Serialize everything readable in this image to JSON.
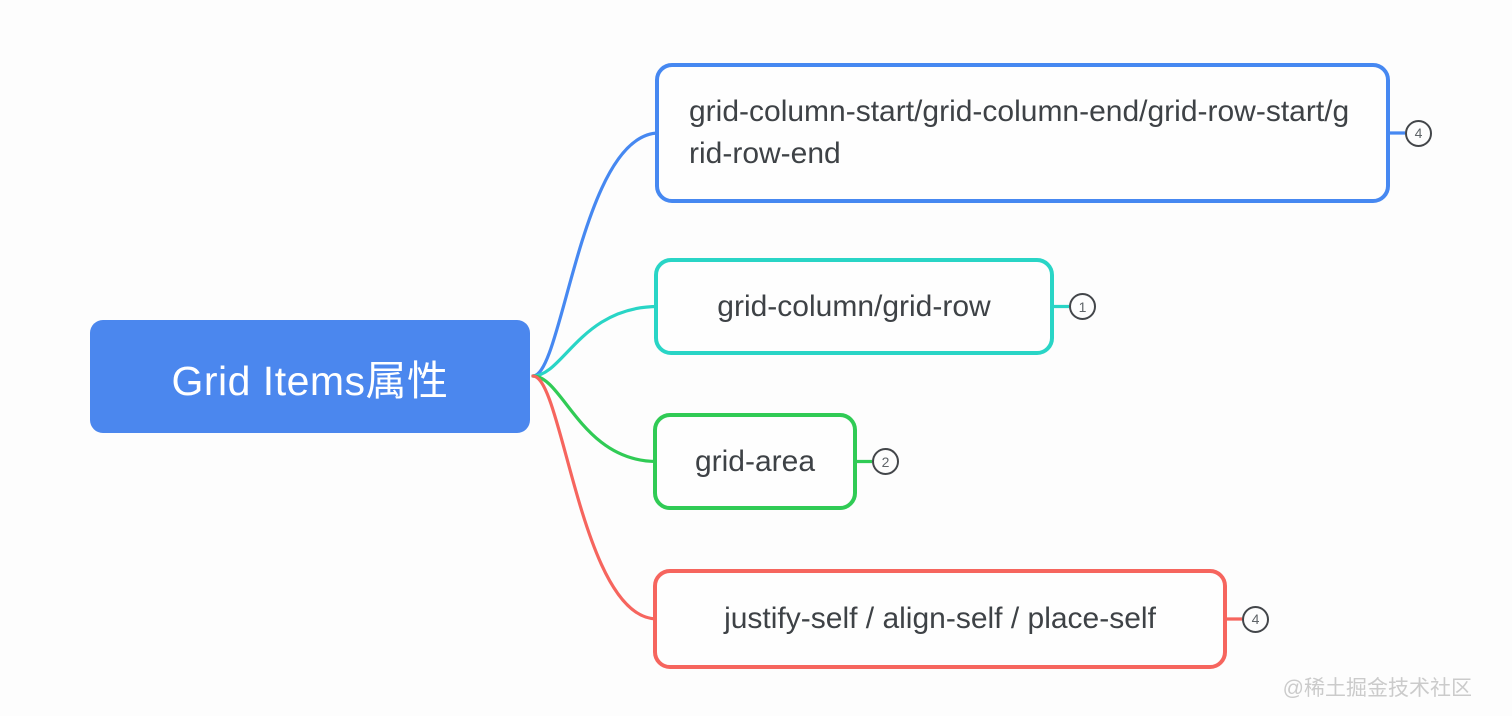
{
  "canvas": {
    "background": "#fdfdfd",
    "watermark": "@稀土掘金技术社区"
  },
  "root": {
    "label": "Grid Items属性",
    "fill": "#4b87ee",
    "text_color": "#ffffff"
  },
  "branches": [
    {
      "label": "grid-column-start/grid-column-end/grid-row-start/grid-row-end",
      "color": "#4688f1",
      "badge": "4"
    },
    {
      "label": "grid-column/grid-row",
      "color": "#29d5c6",
      "badge": "1"
    },
    {
      "label": "grid-area",
      "color": "#30cb55",
      "badge": "2"
    },
    {
      "label": "justify-self / align-self / place-self",
      "color": "#f6655e",
      "badge": "4"
    }
  ],
  "badge_style": {
    "border_color": "#43464a",
    "text_color": "#5f6468"
  }
}
